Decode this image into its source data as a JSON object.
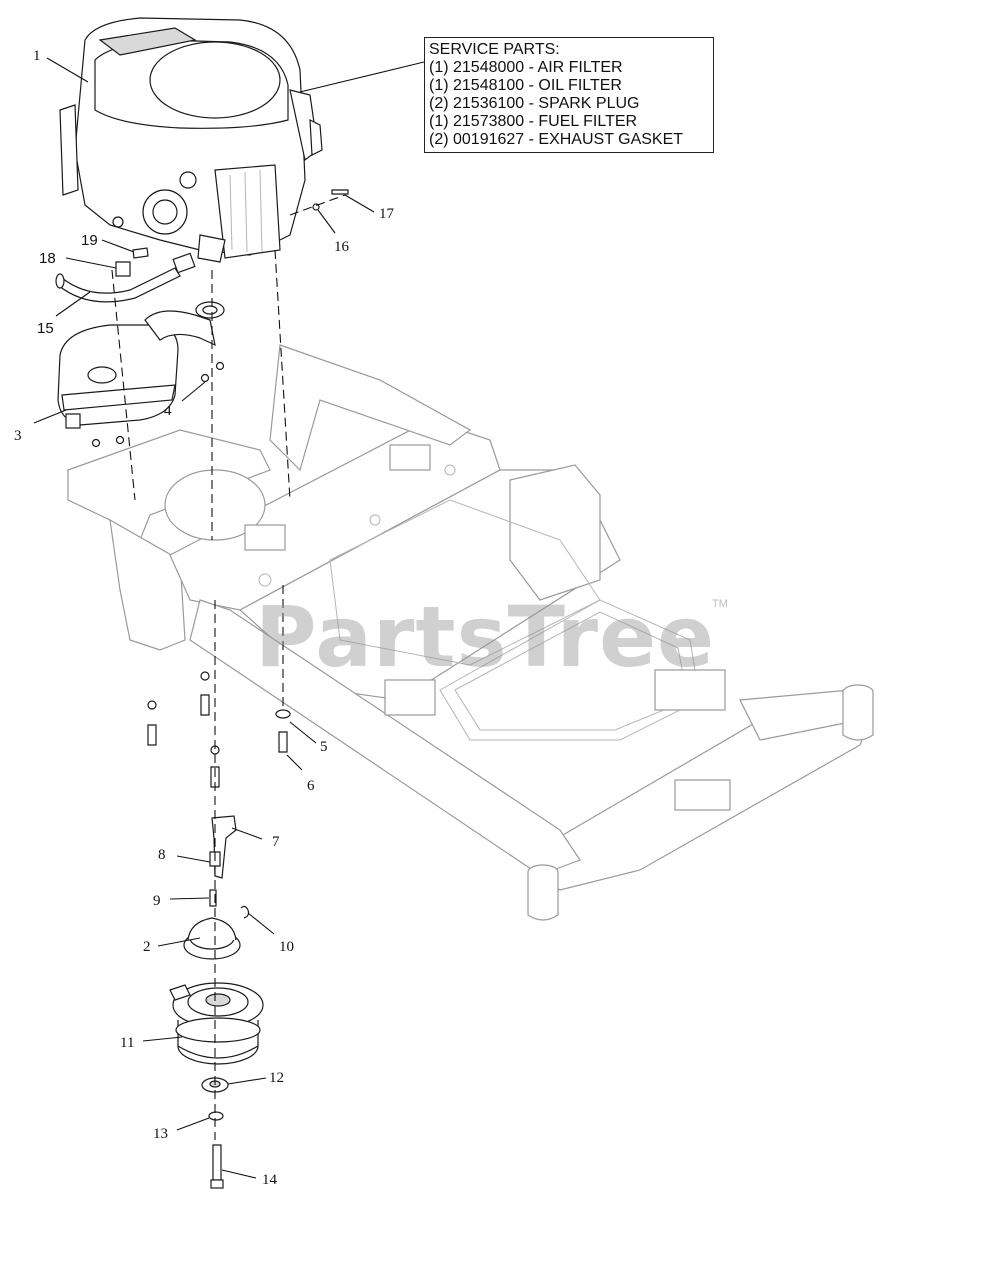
{
  "service_parts": {
    "heading": "SERVICE PARTS:",
    "items": [
      "(1) 21548000 - AIR FILTER",
      "(1) 21548100 - OIL FILTER",
      "(2) 21536100 - SPARK PLUG",
      "(1) 21573800 - FUEL FILTER",
      "(2) 00191627 - EXHAUST GASKET"
    ]
  },
  "callouts": {
    "c1": "1",
    "c2": "2",
    "c3": "3",
    "c4": "4",
    "c5": "5",
    "c6": "6",
    "c7": "7",
    "c8": "8",
    "c9": "9",
    "c10": "10",
    "c11": "11",
    "c12": "12",
    "c13": "13",
    "c14": "14",
    "c15": "15",
    "c16": "16",
    "c17": "17",
    "c18": "18",
    "c19": "19"
  },
  "watermark": {
    "text": "PartsTree",
    "tm": "TM"
  }
}
